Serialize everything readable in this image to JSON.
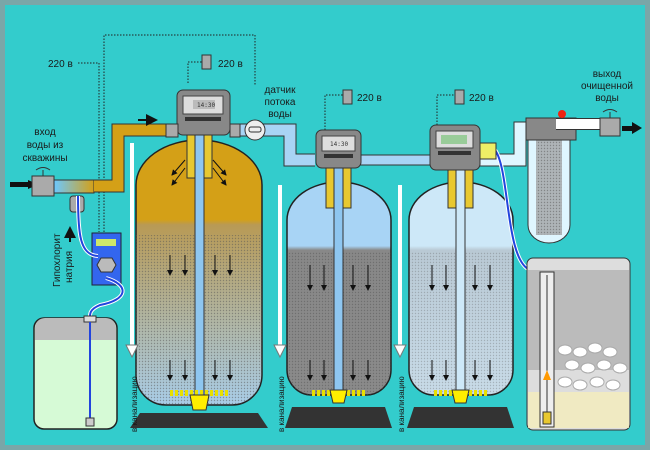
{
  "labels": {
    "power_pump": "220 в",
    "power_ctrl1": "220 в",
    "power_ctrl2": "220 в",
    "power_ctrl3": "220 в",
    "inlet": [
      "вход",
      "воды из",
      "скважины"
    ],
    "flow_sensor": [
      "датчик",
      "потока",
      "воды"
    ],
    "outlet": [
      "выход",
      "очищенной",
      "воды"
    ],
    "hypochlorite": [
      "Гипохлорит",
      "натрия"
    ],
    "drain1": "в канализацию",
    "drain2": "в канализацию",
    "drain3": "в канализацию"
  },
  "displays": {
    "ctrl1": "14:30",
    "ctrl2": "14:30"
  },
  "colors": {
    "background": "#33cccc",
    "iron_media": "#d4a017",
    "water": "#a8d4f5",
    "pipe_raw": "#d4a017"
  }
}
